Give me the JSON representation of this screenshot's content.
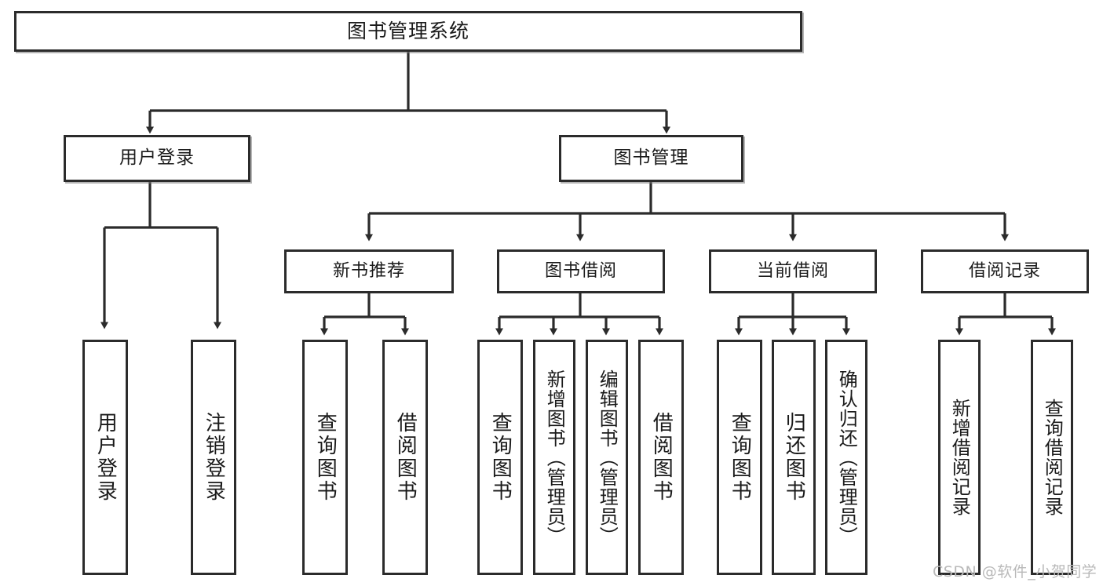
{
  "diagram": {
    "type": "tree-hierarchy",
    "title": "图书管理系统",
    "watermark": "CSDN @软件_小贺同学",
    "colors": {
      "stroke": "#2b2b2b",
      "fill": "#ffffff",
      "text": "#1a1a1a",
      "watermark": "#b9b9b9"
    },
    "root": {
      "label": "图书管理系统",
      "children": [
        {
          "label": "用户登录",
          "children": [
            {
              "label": "用户登录"
            },
            {
              "label": "注销登录"
            }
          ]
        },
        {
          "label": "图书管理",
          "children": [
            {
              "label": "新书推荐",
              "children": [
                {
                  "label": "查询图书"
                },
                {
                  "label": "借阅图书"
                }
              ]
            },
            {
              "label": "图书借阅",
              "children": [
                {
                  "label": "查询图书"
                },
                {
                  "label": "新增图书（管理员）"
                },
                {
                  "label": "编辑图书（管理员）"
                },
                {
                  "label": "借阅图书"
                }
              ]
            },
            {
              "label": "当前借阅",
              "children": [
                {
                  "label": "查询图书"
                },
                {
                  "label": "归还图书"
                },
                {
                  "label": "确认归还（管理员）"
                }
              ]
            },
            {
              "label": "借阅记录",
              "children": [
                {
                  "label": "新增借阅记录"
                },
                {
                  "label": "查询借阅记录"
                }
              ]
            }
          ]
        }
      ]
    },
    "nodes": {
      "root": "图书管理系统",
      "user_login": "用户登录",
      "book_manage": "图书管理",
      "new_book_rec": "新书推荐",
      "book_borrow": "图书借阅",
      "current_borrow": "当前借阅",
      "borrow_record": "借阅记录",
      "leaf_user_login": "用户登录",
      "leaf_logout": "注销登录",
      "leaf_query_book_a": "查询图书",
      "leaf_borrow_book_a": "借阅图书",
      "leaf_query_book_b": "查询图书",
      "leaf_add_book": "新增图书（管理员）",
      "leaf_edit_book": "编辑图书（管理员）",
      "leaf_borrow_book_b": "借阅图书",
      "leaf_query_book_c": "查询图书",
      "leaf_return_book": "归还图书",
      "leaf_confirm_return": "确认归还（管理员）",
      "leaf_add_record": "新增借阅记录",
      "leaf_query_record": "查询借阅记录"
    }
  }
}
